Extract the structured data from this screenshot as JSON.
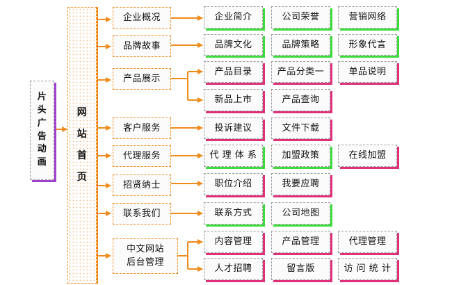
{
  "diagram": {
    "side_box": [
      "片",
      "头",
      "广",
      "告",
      "动",
      "画"
    ],
    "home_box": [
      "网",
      "站",
      "首",
      "页"
    ],
    "sections": [
      {
        "label": "企业概况",
        "children": [
          "企业简介",
          "公司荣誉",
          "营销网络"
        ]
      },
      {
        "label": "品牌故事",
        "children": [
          "品牌文化",
          "品牌策略",
          "形象代言"
        ]
      },
      {
        "label": "产品展示",
        "children": [
          "产品目录",
          "产品分类一",
          "单品说明",
          "新品上市",
          "产品查询"
        ]
      },
      {
        "label": "客户服务",
        "children": [
          "投诉建议",
          "文件下载"
        ]
      },
      {
        "label": "代理服务",
        "children": [
          "代 理 体 系",
          "加盟政策",
          "在线加盟"
        ]
      },
      {
        "label": "招贤纳士",
        "children": [
          "职位介绍",
          "我要应聘"
        ]
      },
      {
        "label": "联系我们",
        "children": [
          "联系方式",
          "公司地图"
        ]
      },
      {
        "label_lines": [
          "中文网站",
          "后台管理"
        ],
        "children": [
          "内容管理",
          "产品管理",
          "代理管理",
          "人才招聘",
          "留言版",
          "访 问 统 计"
        ]
      }
    ],
    "colors": {
      "connector": "#f08a1a",
      "green_shadow": "#3cdc3c",
      "pink_shadow": "#e0307a",
      "purple_shadow": "#a040d0"
    }
  }
}
